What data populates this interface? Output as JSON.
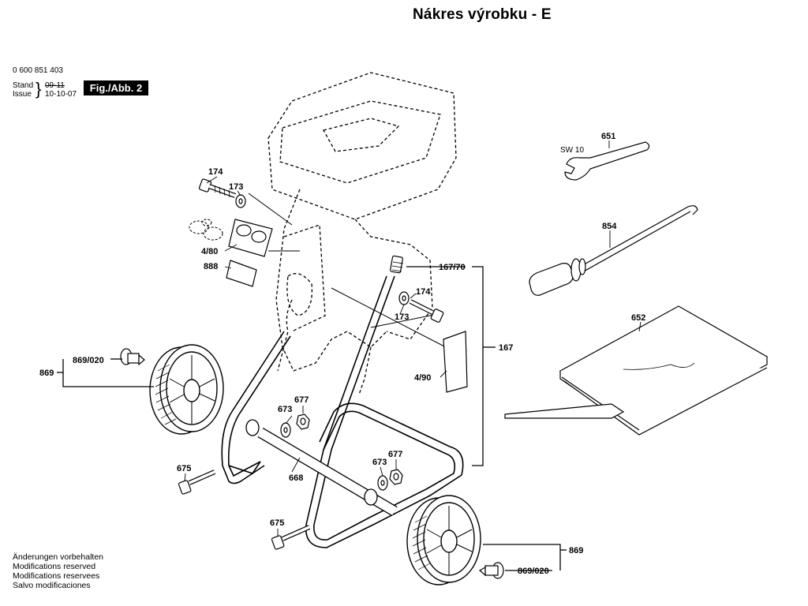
{
  "header": {
    "title": "Nákres výrobku - E",
    "part_number": "0 600 851 403",
    "stand_label": "Stand",
    "stand_value": "09-11",
    "issue_label": "Issue",
    "issue_value": "10-10-07",
    "figure": "Fig./Abb. 2"
  },
  "footer_notes": [
    "Änderungen vorbehalten",
    "Modifications reserved",
    "Modifications reservees",
    "Salvo modificaciones"
  ],
  "callouts": {
    "c174a": "174",
    "c173a": "173",
    "c480": "4/80",
    "c888": "888",
    "c16770": "167/70",
    "c174b": "174",
    "c173b": "173",
    "c167": "167",
    "c490": "4/90",
    "c869a": "869",
    "c869020a": "869/020",
    "c673a": "673",
    "c677a": "677",
    "c675a": "675",
    "c668": "668",
    "c673b": "673",
    "c677b": "677",
    "c675b": "675",
    "c869b": "869",
    "c869020b": "869/020",
    "c651": "651",
    "sw10": "SW 10",
    "c854": "854",
    "c652": "652"
  }
}
